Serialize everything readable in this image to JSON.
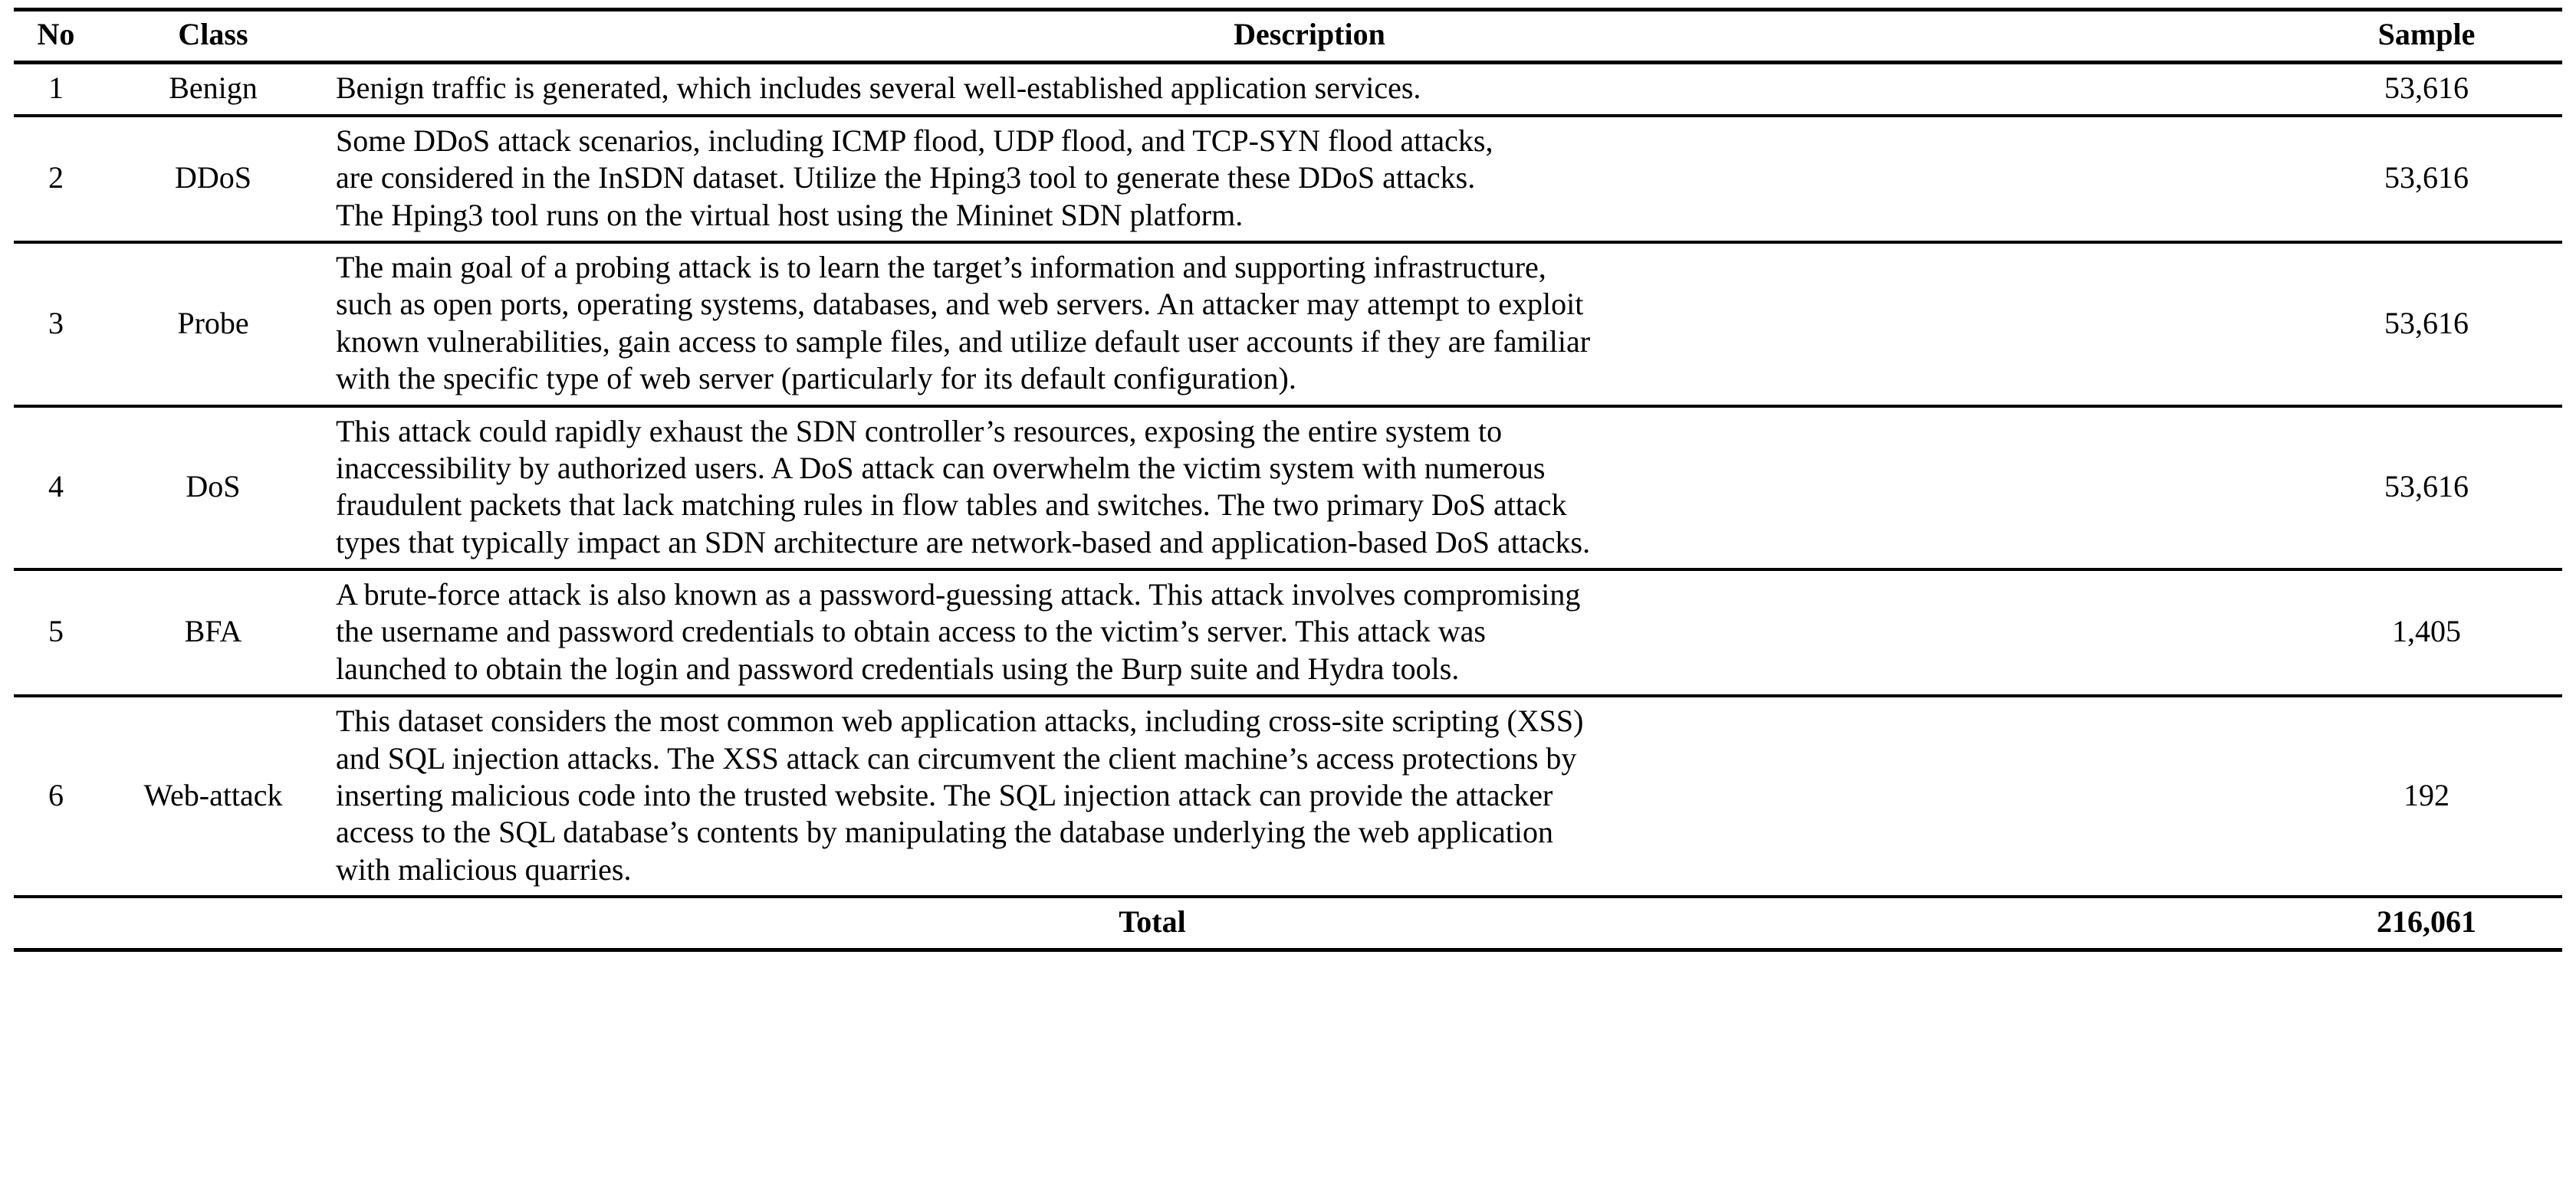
{
  "table": {
    "columns": {
      "no": "No",
      "class": "Class",
      "description": "Description",
      "sample": "Sample"
    },
    "rows": [
      {
        "no": "1",
        "class": "Benign",
        "description_lines": [
          "Benign traffic is generated, which includes several well-established application services."
        ],
        "sample": "53,616"
      },
      {
        "no": "2",
        "class": "DDoS",
        "description_lines": [
          "Some DDoS attack scenarios, including ICMP flood, UDP flood, and TCP-SYN flood attacks,",
          "are considered in the InSDN dataset. Utilize the Hping3 tool to generate these DDoS attacks.",
          "The Hping3 tool runs on the virtual host using the Mininet SDN platform."
        ],
        "sample": "53,616"
      },
      {
        "no": "3",
        "class": "Probe",
        "description_lines": [
          "The main goal of a probing attack is to learn the target’s information and supporting infrastructure,",
          "such as open ports, operating systems, databases, and web servers. An attacker may attempt to exploit",
          "known vulnerabilities, gain access to sample files, and utilize default user accounts if they are familiar",
          "with the specific type of web server (particularly for its default configuration)."
        ],
        "sample": "53,616"
      },
      {
        "no": "4",
        "class": "DoS",
        "description_lines": [
          "This attack could rapidly exhaust the SDN controller’s resources, exposing the entire system to",
          "inaccessibility by authorized users. A DoS attack can overwhelm the victim system with numerous",
          "fraudulent packets that lack matching rules in flow tables and switches. The two primary DoS attack",
          "types that typically impact an SDN architecture are network-based and application-based DoS attacks."
        ],
        "sample": "53,616"
      },
      {
        "no": "5",
        "class": "BFA",
        "description_lines": [
          "A brute-force attack is also known as a password-guessing attack. This attack involves compromising",
          "the username and password credentials to obtain access to the victim’s server. This attack was",
          "launched to obtain the login and password credentials using the Burp suite and Hydra tools."
        ],
        "sample": "1,405"
      },
      {
        "no": "6",
        "class": "Web-attack",
        "description_lines": [
          "This dataset considers the most common web application attacks, including cross-site scripting (XSS)",
          "and SQL injection attacks. The XSS attack can circumvent the client machine’s access protections by",
          "inserting malicious code into the trusted website. The SQL injection attack can provide the attacker",
          "access to the SQL database’s contents by manipulating the database underlying the web application",
          "with malicious quarries."
        ],
        "sample": "192"
      }
    ],
    "total": {
      "label": "Total",
      "value": "216,061"
    }
  }
}
